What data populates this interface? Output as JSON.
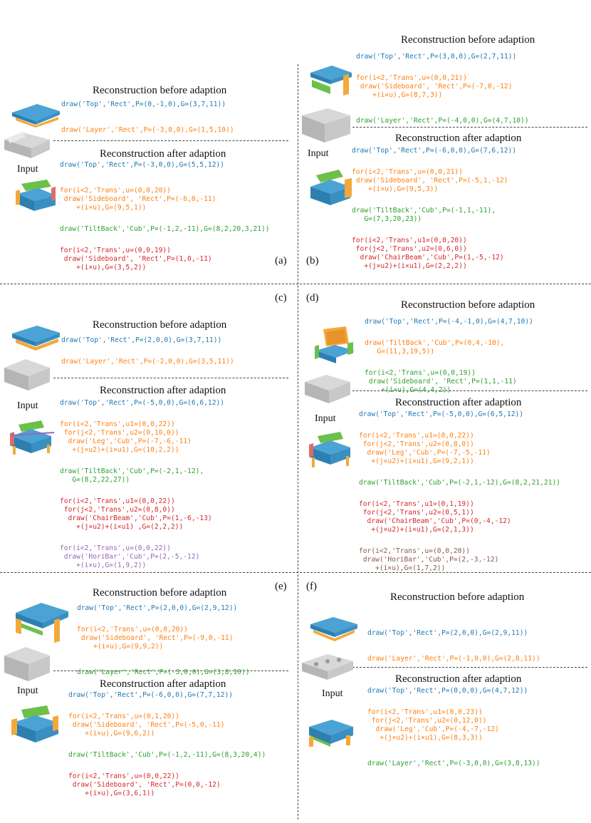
{
  "colors": {
    "blue": "#1f77b4",
    "orange": "#ff7f0e",
    "green": "#2ca02c",
    "red": "#d62728",
    "purple": "#9467bd",
    "brown": "#8c564b"
  },
  "common": {
    "before": "Reconstruction before adaption",
    "after": "Reconstruction after adaption",
    "input": "Input"
  },
  "panels": {
    "a": {
      "label": "(a)",
      "before": [
        "draw('Top','Rect',P=(0,-1,0),G=(3,7,11))",
        "draw('Layer','Rect',P=(-3,0,0),G=(1,5,10))"
      ],
      "after": [
        "draw('Top','Rect',P=(-3,0,0),G=(5,5,12))",
        "for(i<2,'Trans',u=(0,0,20))",
        " draw('Sideboard', 'Rect',P=(-6,0,-11)",
        "    +(i×u),G=(9,5,1))",
        "draw('TiltBack','Cub',P=(-1,2,-11),G=(8,2,20,3,21))",
        "for(i<2,'Trans',u=(0,0,19))",
        " draw('Sideboard', 'Rect',P=(1,0,-11)",
        "    +(i×u),G=(3,5,2))"
      ]
    },
    "b": {
      "label": "(b)",
      "before": [
        "draw('Top','Rect',P=(3,0,0),G=(2,7,11))",
        "for(i<2,'Trans',u=(0,0,21))",
        " draw('Sideboard', 'Rect',P=(-7,0,-12)",
        "    +(i×u),G=(8,7,3))",
        "draw('Layer','Rect',P=(-4,0,0),G=(4,7,10))"
      ],
      "after": [
        "draw('Top','Rect',P=(-6,0,0),G=(7,6,12))",
        "for(i<2,'Trans',u=(0,0,21))",
        " draw('Sideboard', 'Rect',P=(-5,1,-12)",
        "    +(i×u),G=(9,5,3))",
        "draw('TiltBack','Cub',P=(-1,1,-11),",
        "   G=(7,3,20,23))",
        "for(i<2,'Trans',u1=(0,0,20))",
        " for(j<2,'Trans',u2=(0,6,0))",
        "  draw('ChairBeam','Cub',P=(1,-5,-12)",
        "   +(j×u2)+(i×u1),G=(2,2,2))"
      ]
    },
    "c": {
      "label": "(c)",
      "before": [
        "draw('Top','Rect',P=(2,0,0),G=(3,7,11))",
        "draw('Layer','Rect',P=(-2,0,0),G=(3,5,11))"
      ],
      "after": [
        "draw('Top','Rect',P=(-5,0,0),G=(6,6,12))",
        "for(i<2,'Trans',u1=(0,0,22))",
        " for(j<2,'Trans',u2=(0,10,0))",
        "  draw('Leg','Cub',P=(-7,-6,-11)",
        "   +(j×u2)+(i×u1),G=(10,2,2))",
        "draw('TiltBack','Cub',P=(-2,1,-12),",
        "   G=(8,2,22,27))",
        "for(i<2,'Trans',u1=(0,0,22))",
        " for(j<2,'Trans',u2=(0,8,0))",
        "  draw('ChairBeam','Cub',P=(1,-6,-13)",
        "    +(j×u2)+(i×u1) ,G=(2,2,2))",
        "for(i<2,'Trans',u=(0,0,22))",
        " draw('HoriBar','Cub',P=(2,-5,-12)",
        "    +(i×u),G=(1,9,2))"
      ]
    },
    "d": {
      "label": "(d)",
      "before": [
        "draw('Top','Rect',P=(-4,-1,0),G=(4,7,10))",
        "draw('TiltBack','Cub',P=(0,4,-10),",
        "   G=(11,3,19,5))",
        "for(i<2,'Trans',u=(0,0,19))",
        " draw('Sideboard', 'Rect',P=(1,1,-11)",
        "    +(i×u),G=(4,4,2))"
      ],
      "after": [
        "draw('Top','Rect',P=(-5,0,0),G=(6,5,12))",
        "for(i<2,'Trans',u1=(0,0,22))",
        " for(j<2,'Trans',u2=(0,8,0))",
        "  draw('Leg','Cub',P=(-7,-5,-11)",
        "   +(j×u2)+(i×u1),G=(9,2,1))",
        "draw('TiltBack','Cub',P=(-2,1,-12),G=(8,2,21,21))",
        "for(i<2,'Trans',u1=(0,1,19))",
        " for(j<2,'Trans',u2=(0,5,1))",
        "  draw('ChairBeam','Cub',P=(0,-4,-12)",
        "   +(j×u2)+(i×u1),G=(2,1,3))",
        "for(i<2,'Trans',u=(0,0,20))",
        " draw('HoriBar','Cub',P=(2,-3,-12)",
        "    +(i×u),G=(1,7,2))"
      ]
    },
    "e": {
      "label": "(e)",
      "before": [
        "draw('Top','Rect',P=(2,0,0),G=(2,9,12))",
        "for(i<2,'Trans',u=(0,0,20))",
        " draw('Sideboard', 'Rect',P=(-9,0,-11)",
        "    +(i×u),G=(9,9,2))",
        "draw('Layer','Rect',P=(-3,0,0),G=(3,8,10))"
      ],
      "after": [
        "draw('Top','Rect',P=(-6,0,0),G=(7,7,12))",
        "for(i<2,'Trans',u=(0,1,20))",
        " draw('Sideboard', 'Rect',P=(-5,0,-11)",
        "    +(i×u),G=(9,6,2))",
        "draw('TiltBack','Cub',P=(-1,2,-11),G=(8,3,20,4))",
        "for(i<2,'Trans',u=(0,0,22))",
        " draw('Sideboard', 'Rect',P=(0,0,-12)",
        "    +(i×u),G=(3,6,1))"
      ]
    },
    "f": {
      "label": "(f)",
      "before": [
        "draw('Top','Rect',P=(2,0,0),G=(2,9,11))",
        "draw('Layer','Rect',P=(-1,0,0),G=(2,8,11))"
      ],
      "after": [
        "draw('Top','Rect',P=(0,0,0),G=(4,7,12))",
        "for(i<2,'Trans',u1=(0,0,23))",
        " for(j<2,'Trans',u2=(0,12,0))",
        "  draw('Leg','Cub',P=(-4,-7,-12)",
        "   +(j×u2)+(i×u1),G=(8,3,3))",
        "draw('Layer','Rect',P=(-3,0,0),G=(3,8,13))"
      ]
    }
  }
}
